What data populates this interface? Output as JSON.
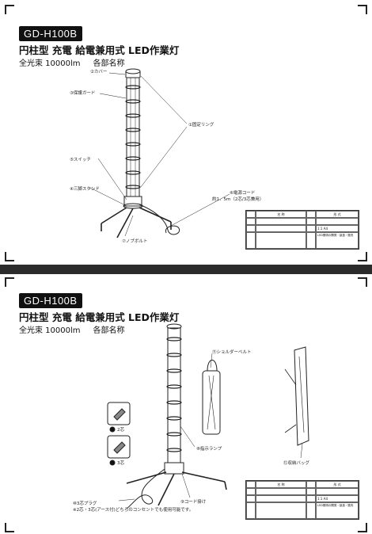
{
  "page1": {
    "model_badge": "GD-H100B",
    "title": "円柱型 充電 給電兼用式 LED作業灯",
    "lumens": "全光束 10000lm",
    "section": "各部名称",
    "labels": {
      "cover": "②カバー",
      "guard": "③保護ガード",
      "ring": "①固定リング",
      "switch": "⑤スイッチ",
      "tripod": "④三脚スタンド",
      "cord": "⑥電源コード",
      "cord_len": "約1．5m（2芯/3芯兼用）",
      "bolt": "⑦ノブボルト"
    }
  },
  "page2": {
    "model_badge": "GD-H100B",
    "title": "円柱型 充電 給電兼用式 LED作業灯",
    "lumens": "全光束 10000lm",
    "section": "各部名称",
    "labels": {
      "belt": "⑪ショルダーベルト",
      "plug2": "2芯",
      "plug3": "3芯",
      "lamp": "⑧指示ランプ",
      "bag": "⑫収納バッグ",
      "plug": "⑩3芯プラグ",
      "plug_note": "※2芯・3芯(アース付)どちらのコンセントでも使用可能です。",
      "hook": "⑨コード掛け"
    }
  },
  "title_block": {
    "name_label": "名 称",
    "form_label": "形 式",
    "scale": "1:1",
    "size": "A4",
    "company_line": "LED照明の開発・製造・販売"
  }
}
